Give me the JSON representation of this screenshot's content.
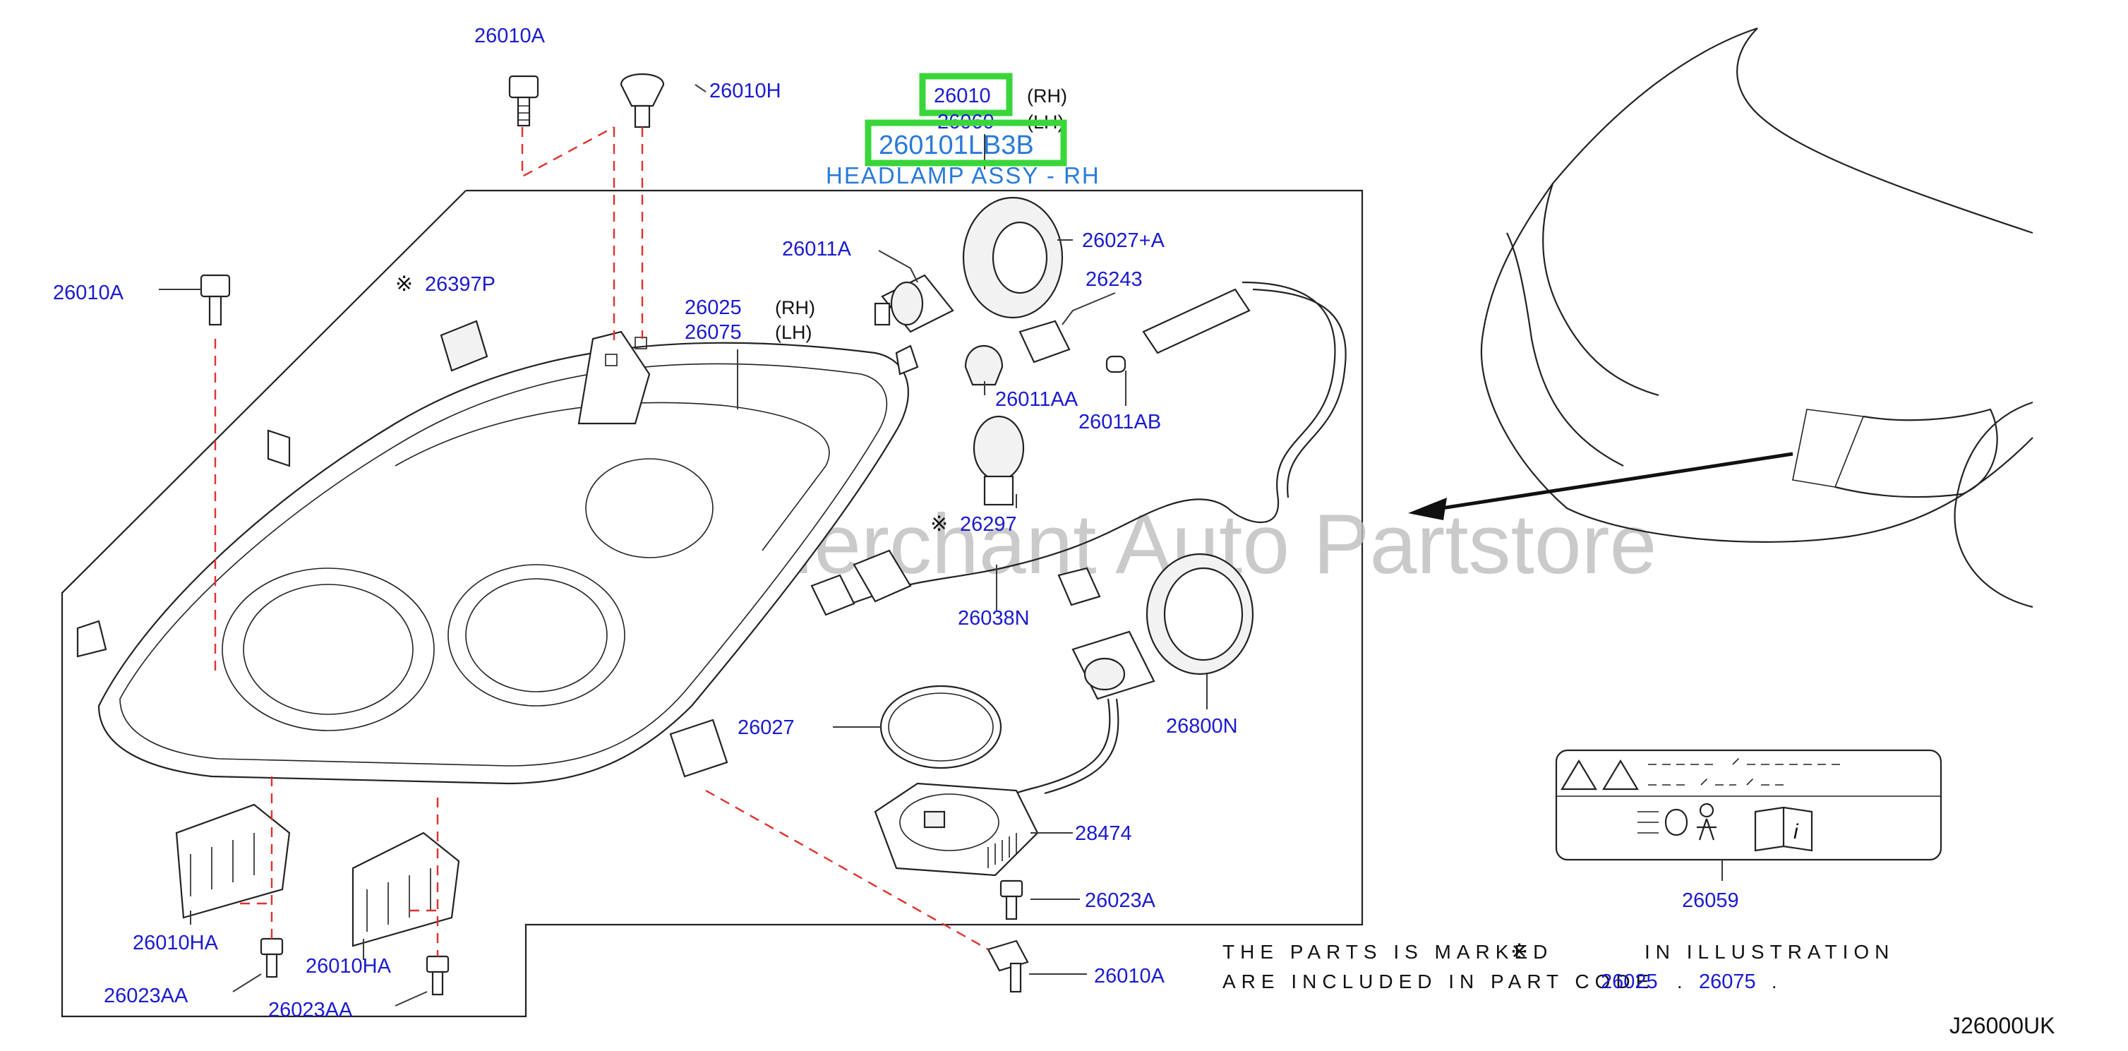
{
  "diagram_code": "J26000UK",
  "watermark": "Multi-Merchant Auto Partstore",
  "assembly": {
    "code_rh": "26010",
    "side_rh": "(RH)",
    "code_lh": "26060",
    "side_lh": "(LH)",
    "oem_number": "260101LB3B",
    "name": "HEADLAMP ASSY - RH"
  },
  "callouts": {
    "c_26010A_top": "26010A",
    "c_26010H": "26010H",
    "c_26010A_left": "26010A",
    "c_26397P": "26397P",
    "c_26025": "26025",
    "c_26025_side": "(RH)",
    "c_26075": "26075",
    "c_26075_side": "(LH)",
    "c_26011A": "26011A",
    "c_26027A": "26027+A",
    "c_26243": "26243",
    "c_26011AA": "26011AA",
    "c_26011AB": "26011AB",
    "c_26297": "26297",
    "c_26038N": "26038N",
    "c_26027": "26027",
    "c_26800N": "26800N",
    "c_28474": "28474",
    "c_26023A": "26023A",
    "c_26010A_bottom": "26010A",
    "c_26010HA_1": "26010HA",
    "c_26010HA_2": "26010HA",
    "c_26023AA_1": "26023AA",
    "c_26023AA_2": "26023AA",
    "c_26059": "26059"
  },
  "mark_symbol": "※",
  "note": {
    "line1_a": "THE PARTS IS MARKED",
    "line1_b": "IN ILLUSTRATION",
    "line2_a": "ARE INCLUDED IN PART CODE",
    "code1": "26025",
    "sep": ".",
    "code2": "26075",
    "end": "."
  },
  "colors": {
    "label_blue": "#1a1ad0",
    "highlight_green": "#39d639",
    "leader_red": "#e03030",
    "assy_blue": "#2a7ad8"
  }
}
